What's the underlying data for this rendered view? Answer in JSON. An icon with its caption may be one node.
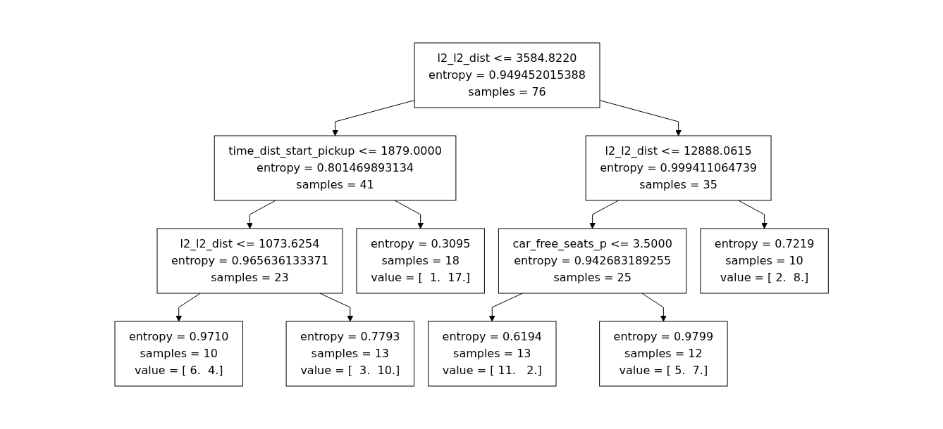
{
  "diagram": {
    "nodes": [
      {
        "text": [
          "l2_l2_dist <= 3584.8220",
          "entropy = 0.949452015388",
          "samples = 76"
        ]
      },
      {
        "text": [
          "time_dist_start_pickup <= 1879.0000",
          "entropy = 0.801469893134",
          "samples = 41"
        ]
      },
      {
        "text": [
          "l2_l2_dist <= 12888.0615",
          "entropy = 0.999411064739",
          "samples = 35"
        ]
      },
      {
        "text": [
          "l2_l2_dist <= 1073.6254",
          "entropy = 0.965636133371",
          "samples = 23"
        ]
      },
      {
        "text": [
          "entropy = 0.3095",
          "samples = 18",
          "value = [  1.  17.]"
        ]
      },
      {
        "text": [
          "car_free_seats_p <= 3.5000",
          "entropy = 0.942683189255",
          "samples = 25"
        ]
      },
      {
        "text": [
          "entropy = 0.7219",
          "samples = 10",
          "value = [ 2.  8.]"
        ]
      },
      {
        "text": [
          "entropy = 0.9710",
          "samples = 10",
          "value = [ 6.  4.]"
        ]
      },
      {
        "text": [
          "entropy = 0.7793",
          "samples = 13",
          "value = [  3.  10.]"
        ]
      },
      {
        "text": [
          "entropy = 0.6194",
          "samples = 13",
          "value = [ 11.   2.]"
        ]
      },
      {
        "text": [
          "entropy = 0.9799",
          "samples = 12",
          "value = [ 5.  7.]"
        ]
      }
    ],
    "edges": [
      {
        "from": 0,
        "to": 1,
        "arrow": "to"
      },
      {
        "from": 0,
        "to": 2,
        "arrow": "to"
      },
      {
        "from": 1,
        "to": 3,
        "arrow": "to"
      },
      {
        "from": 1,
        "to": 4,
        "arrow": "to"
      },
      {
        "from": 2,
        "to": 5,
        "arrow": "to"
      },
      {
        "from": 2,
        "to": 6,
        "arrow": "to"
      },
      {
        "from": 3,
        "to": 7,
        "arrow": "to"
      },
      {
        "from": 3,
        "to": 8,
        "arrow": "to"
      },
      {
        "from": 5,
        "to": 9,
        "arrow": "to"
      },
      {
        "from": 5,
        "to": 10,
        "arrow": "to"
      }
    ]
  }
}
